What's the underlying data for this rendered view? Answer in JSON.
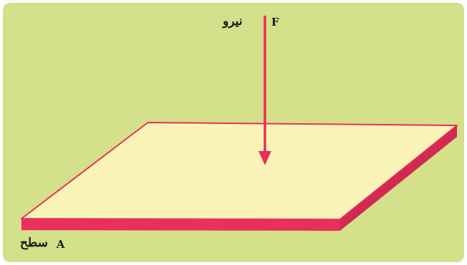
{
  "diagram": {
    "force": {
      "symbol": "F",
      "label": "نیرو"
    },
    "surface": {
      "symbol": "A",
      "label": "سطح"
    },
    "colors": {
      "background": "#d4e08a",
      "surface_fill": "#fbf4b8",
      "surface_edge": "#e8305a",
      "arrow": "#e8305a",
      "text": "#1a1a1a"
    },
    "icons": [
      "downward-force-arrow",
      "flat-surface-plate"
    ]
  }
}
